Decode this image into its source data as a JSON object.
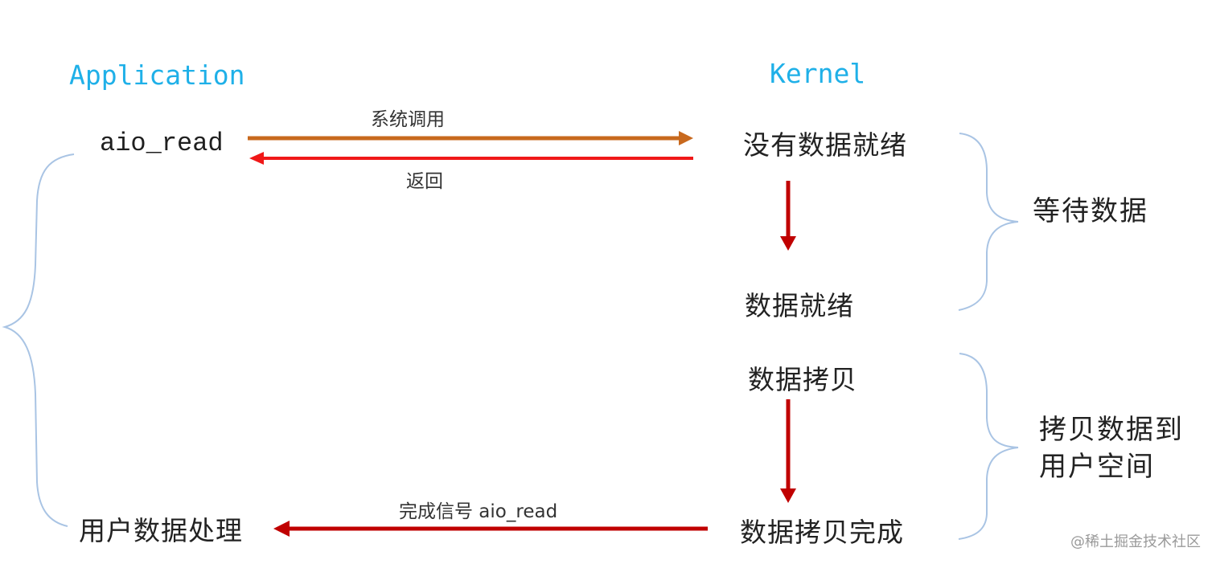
{
  "headers": {
    "application": "Application",
    "kernel": "Kernel"
  },
  "application": {
    "call": "aio_read",
    "processing": "用户数据处理"
  },
  "kernel": {
    "no_data_ready": "没有数据就绪",
    "data_ready": "数据就绪",
    "data_copy": "数据拷贝",
    "data_copy_done": "数据拷贝完成"
  },
  "arrows": {
    "syscall_label": "系统调用",
    "return_label": "返回",
    "completion_label": "完成信号 aio_read"
  },
  "phases": {
    "wait_data": "等待数据",
    "copy_line1": "拷贝数据到",
    "copy_line2": "用户空间"
  },
  "colors": {
    "header_blue": "#1fb0e8",
    "syscall_arrow": "#c8691e",
    "return_arrow": "#f01818",
    "flow_arrow": "#c00000",
    "brace": "#a9c4e4"
  },
  "watermark": "@稀土掘金技术社区"
}
